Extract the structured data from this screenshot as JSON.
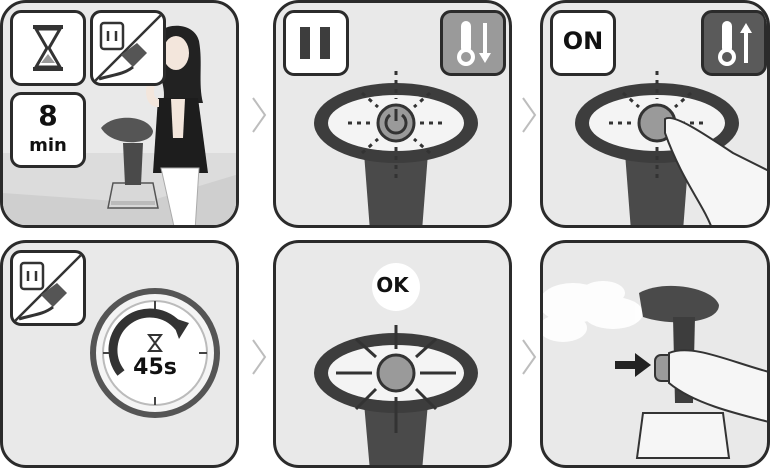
{
  "steps": [
    {
      "id": 1,
      "badges": {
        "hourglass_icon": "hourglass-icon",
        "plug_icon": "unplug-icon",
        "time_value": "8",
        "time_unit": "min"
      }
    },
    {
      "id": 2,
      "badges": {
        "pause_icon": "pause-icon",
        "temp_icon": "thermometer-down-icon"
      }
    },
    {
      "id": 3,
      "badges": {
        "on_label": "ON",
        "temp_icon": "thermometer-up-icon"
      }
    },
    {
      "id": 4,
      "badges": {
        "plug_icon": "unplug-icon",
        "timer_value": "45s"
      }
    },
    {
      "id": 5,
      "badges": {
        "ok_label": "OK"
      }
    },
    {
      "id": 6,
      "badges": {
        "arrow_icon": "arrow-right-icon"
      }
    }
  ],
  "colors": {
    "frame": "#2b2b2b",
    "panel_bg": "#e9e9e9",
    "device_dark": "#4a4a4a",
    "badge_gray": "#9a9a9a",
    "badge_dark": "#5a5a5a"
  }
}
